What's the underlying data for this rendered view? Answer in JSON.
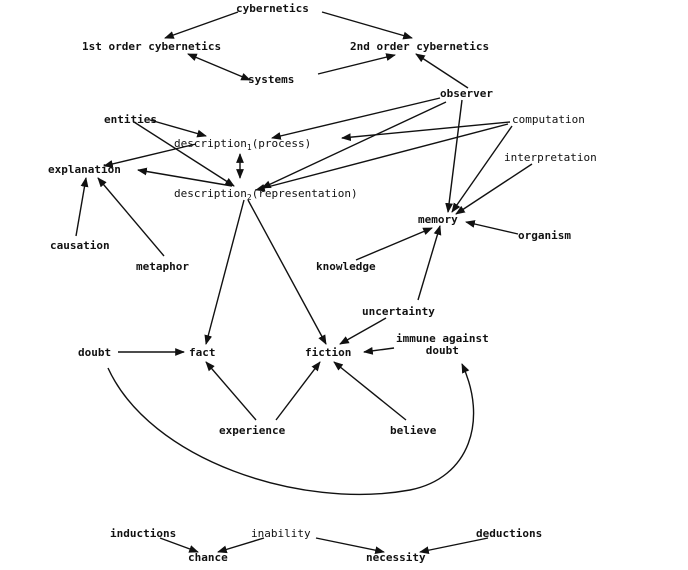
{
  "diagram": {
    "line_color": "#111111",
    "nodes": {
      "cybernetics": "cybernetics",
      "first_order": "1st order cybernetics",
      "second_order": "2nd order cybernetics",
      "systems": "systems",
      "observer": "observer",
      "entities": "entities",
      "computation": "computation",
      "description1_main": "description",
      "description1_sub": "1",
      "description1_tail": "(process)",
      "explanation": "explanation",
      "interpretation": "interpretation",
      "description2_main": "description",
      "description2_sub": "2",
      "description2_tail": "(representation)",
      "memory": "memory",
      "organism": "organism",
      "causation": "causation",
      "metaphor": "metaphor",
      "knowledge": "knowledge",
      "uncertainty": "uncertainty",
      "immune_line1": "immune against",
      "immune_line2": "doubt",
      "doubt": "doubt",
      "fact": "fact",
      "fiction": "fiction",
      "experience": "experience",
      "believe": "believe",
      "inductions": "inductions",
      "inability": "inability",
      "deductions": "deductions",
      "chance": "chance",
      "necessity": "necessity"
    }
  }
}
